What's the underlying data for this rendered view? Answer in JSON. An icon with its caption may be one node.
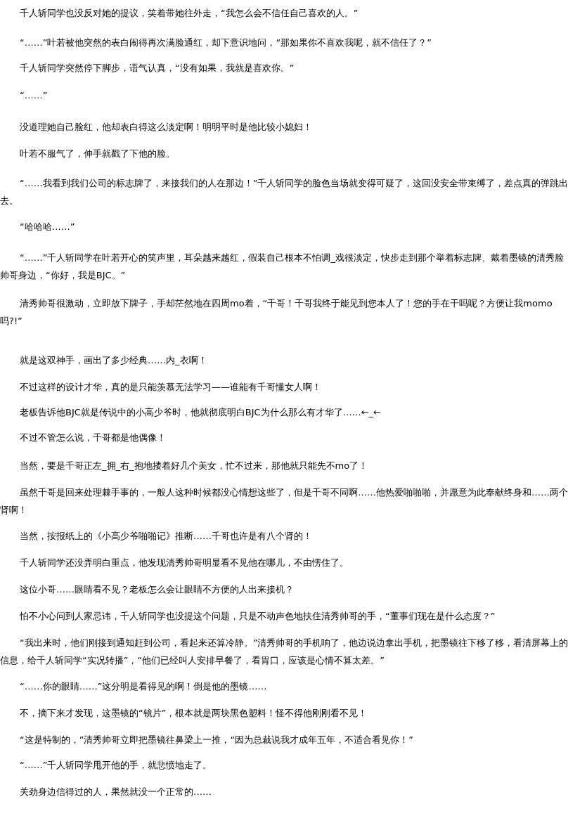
{
  "diagram": {
    "labels": [
      "千人斩同学也没反对她的提议，笑着带她往外走，“我怎么会不信任自己喜欢的人。”",
      "“……”叶若被他突然的表白闹得再次满脸通红，却下意识地问，“那如果你不喜欢我呢，就不信任了？”",
      "千人斩同学突然停下脚步，语气认真，“没有如果，我就是喜欢你。”",
      "“……”",
      "没道理她自己脸红，他却表白得这么淡定啊！明明平时是他比较小媳妇！",
      "叶若不服气了，伸手就戳了下他的脸。",
      "“……我看到我们公司的标志牌了，来接我们的人在那边！”千人斩同学的脸色当场就变得可疑了，这回没安全带束缚了，差点真的弹跳出去。",
      "“哈哈哈……”",
      "“……”千人斩同学在叶若开心的笑声里，耳朵越来越红，假装自己根本不怕调_戏很淡定，快步走到那个举着标志牌、戴着墨镜的清秀脸帅哥身边，“你好，我是BJC。”",
      "清秀帅哥很激动，立即放下牌子，手却茫然地在四周mo着，“千哥！千哥我终于能见到您本人了！您的手在干吗呢？方便让我momo吗?!”",
      "就是这双神手，画出了多少经典……内_衣啊！",
      "不过这样的设计才华，真的是只能羡慕无法学习——谁能有千哥懂女人啊！",
      "老板告诉他BJC就是传说中的小高少爷时，他就彻底明白BJC为什么那么有才华了……←_←",
      "不过不管怎么说，千哥都是他偶像！",
      "当然，要是千哥正左_拥_右_抱地搂着好几个美女，忙不过来，那他就只能先不mo了！",
      "虽然千哥是回来处理棘手事的，一般人这种时候都没心情想这些了，但是千哥不同啊……他热爱啪啪啪，并愿意为此奉献终身和……两个肾啊！",
      "当然，按报纸上的《小高少爷啪啪记》推断……千哥也许是有八个肾的！",
      "千人斩同学还没弄明白重点，他发现清秀帅哥明显看不见他在哪儿，不由愣住了。",
      "这位小哥……眼睛看不见？老板怎么会让眼睛不方便的人出来接机？",
      "怕不小心问到人家忌讳，千人斩同学也没提这个问题，只是不动声色地扶住清秀帅哥的手，“董事们现在是什么态度？”",
      "“我出来时，他们刚接到通知赶到公司，看起来还算冷静。”清秀帅哥的手机响了，他边说边拿出手机，把墨镜往下移了移，看清屏幕上的信息，给千人斩同学“实况转播”，“他们已经叫人安排早餐了，看胃口，应该是心情不算太差。”",
      "“……你的眼睛……”这分明是看得见的啊！倒是他的墨镜……",
      "不，摘下来才发现，这墨镜的“镜片”，根本就是两块黑色塑料！怪不得他刚刚看不见！",
      "“这是特制的，”清秀帅哥立即把墨镜往鼻梁上一推，“因为总裁说我才成年五年，不适合看见你！”",
      "“……”千人斩同学甩开他的手，就悲愤地走了。",
      "关劲身边信得过的人，果然就没一个正常的……"
    ]
  }
}
